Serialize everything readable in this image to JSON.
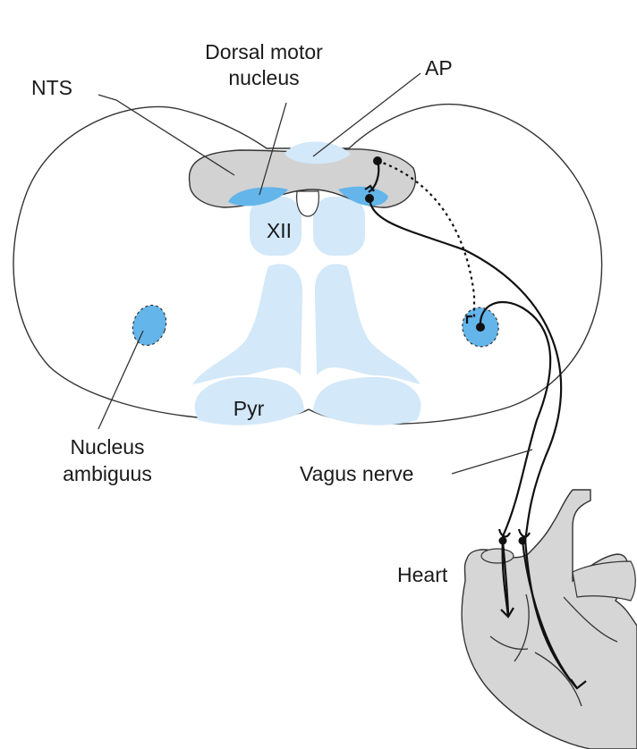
{
  "labels": {
    "nts": "NTS",
    "dorsal_motor_line1": "Dorsal motor",
    "dorsal_motor_line2": "nucleus",
    "ap": "AP",
    "xii": "XII",
    "pyr": "Pyr",
    "nucleus_ambiguus_line1": "Nucleus",
    "nucleus_ambiguus_line2": "ambiguus",
    "vagus_nerve": "Vagus nerve",
    "heart": "Heart"
  },
  "colors": {
    "light_blue": "#d3e8f8",
    "nucleus_blue": "#63b5ea",
    "nts_grey": "#d2d2d2",
    "heart_grey": "#d6d6d6",
    "outline": "#333333"
  }
}
